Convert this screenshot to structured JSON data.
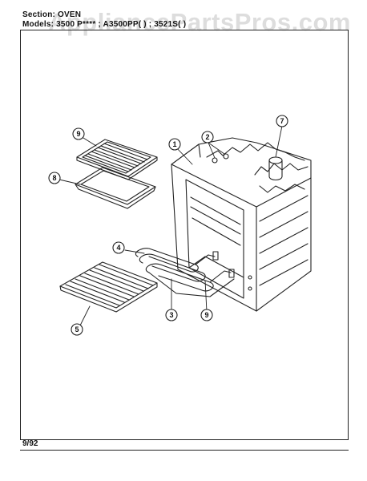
{
  "header": {
    "section": "Section:  OVEN",
    "models": "Models: 3500 P**** ; A3500PP(  ) ; 3521S(  )"
  },
  "watermark": "AppliancePartsPros.com",
  "footer": {
    "date": "9/92"
  },
  "callouts": {
    "c1": "1",
    "c2": "2",
    "c3": "3",
    "c4": "4",
    "c5": "5",
    "c7": "7",
    "c8": "8",
    "c9a": "9",
    "c9b": "9"
  },
  "colors": {
    "ink": "#222222",
    "watermark": "#969696"
  }
}
